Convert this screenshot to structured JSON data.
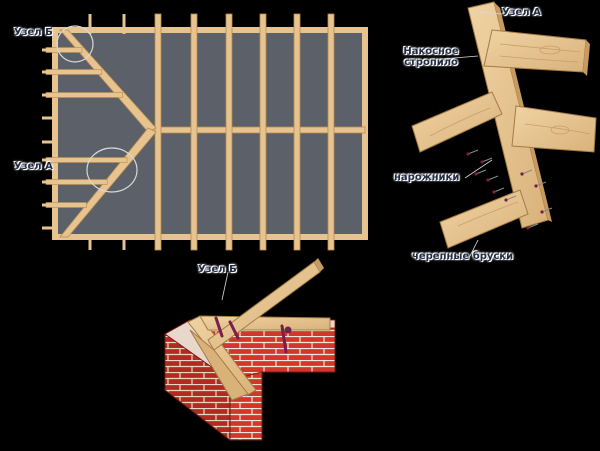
{
  "labels": {
    "node_b_left": "Узел Б",
    "node_a_left": "Узел А",
    "node_a_top": "Узел А",
    "hip_rafter_line1": "Накосное",
    "hip_rafter_line2": "стропило",
    "jack_rafters": "нарожники",
    "jack_beams": "черепные бруски",
    "node_b_bottom": "Узел Б"
  },
  "colors": {
    "background": "#000000",
    "roof_deck": "#5c6068",
    "timber": "#e7c48f",
    "timber_dark": "#b98a4e",
    "brick": "#d2372b",
    "mortar": "#f3e6dc",
    "nail": "#7a1e4a",
    "label_text": "#1f2a44"
  }
}
